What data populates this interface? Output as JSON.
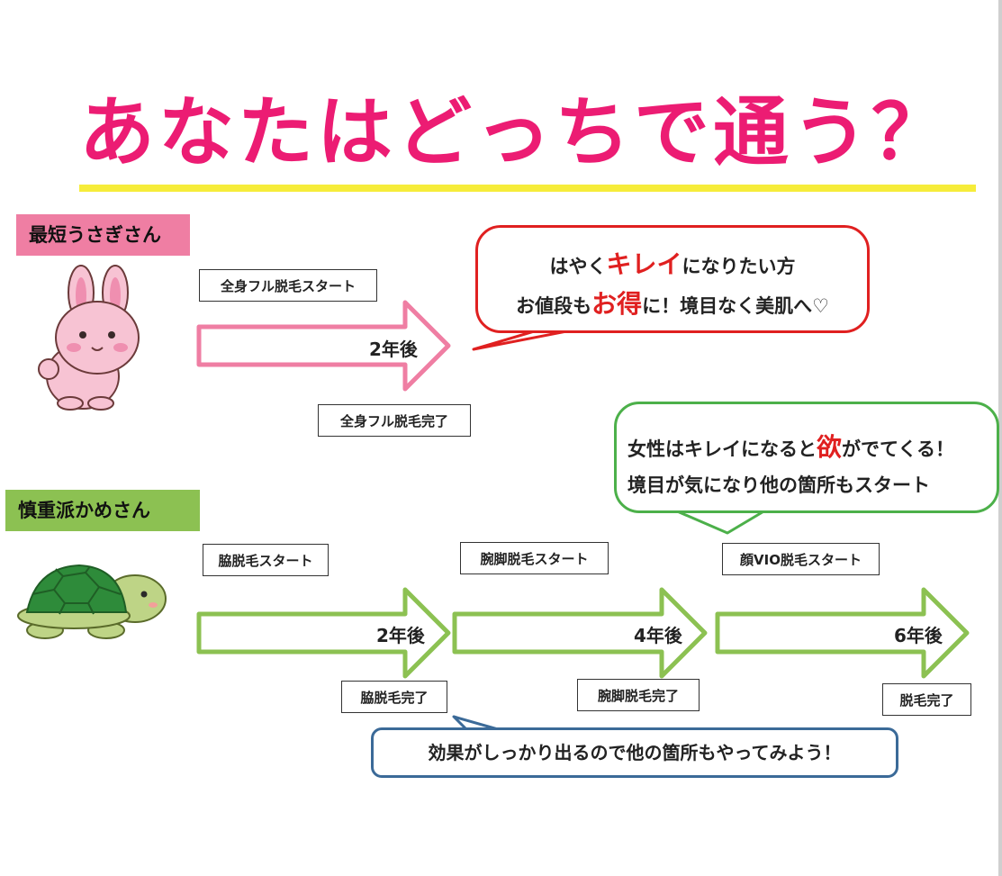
{
  "title": "あなたはどっちで通う？",
  "rabbit": {
    "label": "最短うさぎさん",
    "start_box": "全身フル脱毛スタート",
    "arrow_label": "2年後",
    "end_box": "全身フル脱毛完了",
    "bubble_line1_a": "はやく",
    "bubble_line1_accent": "キレイ",
    "bubble_line1_b": "になりたい方",
    "bubble_line2_a": "お値段も",
    "bubble_line2_accent": "お得",
    "bubble_line2_b": "に！境目なく美肌へ♡"
  },
  "turtle": {
    "label": "慎重派かめさん",
    "stages": [
      {
        "start": "脇脱毛スタート",
        "arrow_label": "2年後",
        "end": "脇脱毛完了"
      },
      {
        "start": "腕脚脱毛スタート",
        "arrow_label": "4年後",
        "end": "腕脚脱毛完了"
      },
      {
        "start": "顔VIO脱毛スタート",
        "arrow_label": "6年後",
        "end": "脱毛完了"
      }
    ],
    "bubble_green_line1_a": "女性はキレイになると",
    "bubble_green_line1_accent": "欲",
    "bubble_green_line1_b": "がでてくる！",
    "bubble_green_line2": "境目が気になり他の箇所もスタート",
    "bubble_blue": "効果がしっかり出るので他の箇所もやってみよう！"
  },
  "colors": {
    "title": "#ec1c73",
    "underline": "#f6ec3a",
    "rabbit_accent": "#ef7ea3",
    "turtle_accent": "#8cc152",
    "bubble_red": "#e02020",
    "bubble_green": "#4cb04a",
    "bubble_blue": "#3b6a98"
  },
  "icons": [
    "rabbit-icon",
    "turtle-icon",
    "right-arrow-icon"
  ]
}
